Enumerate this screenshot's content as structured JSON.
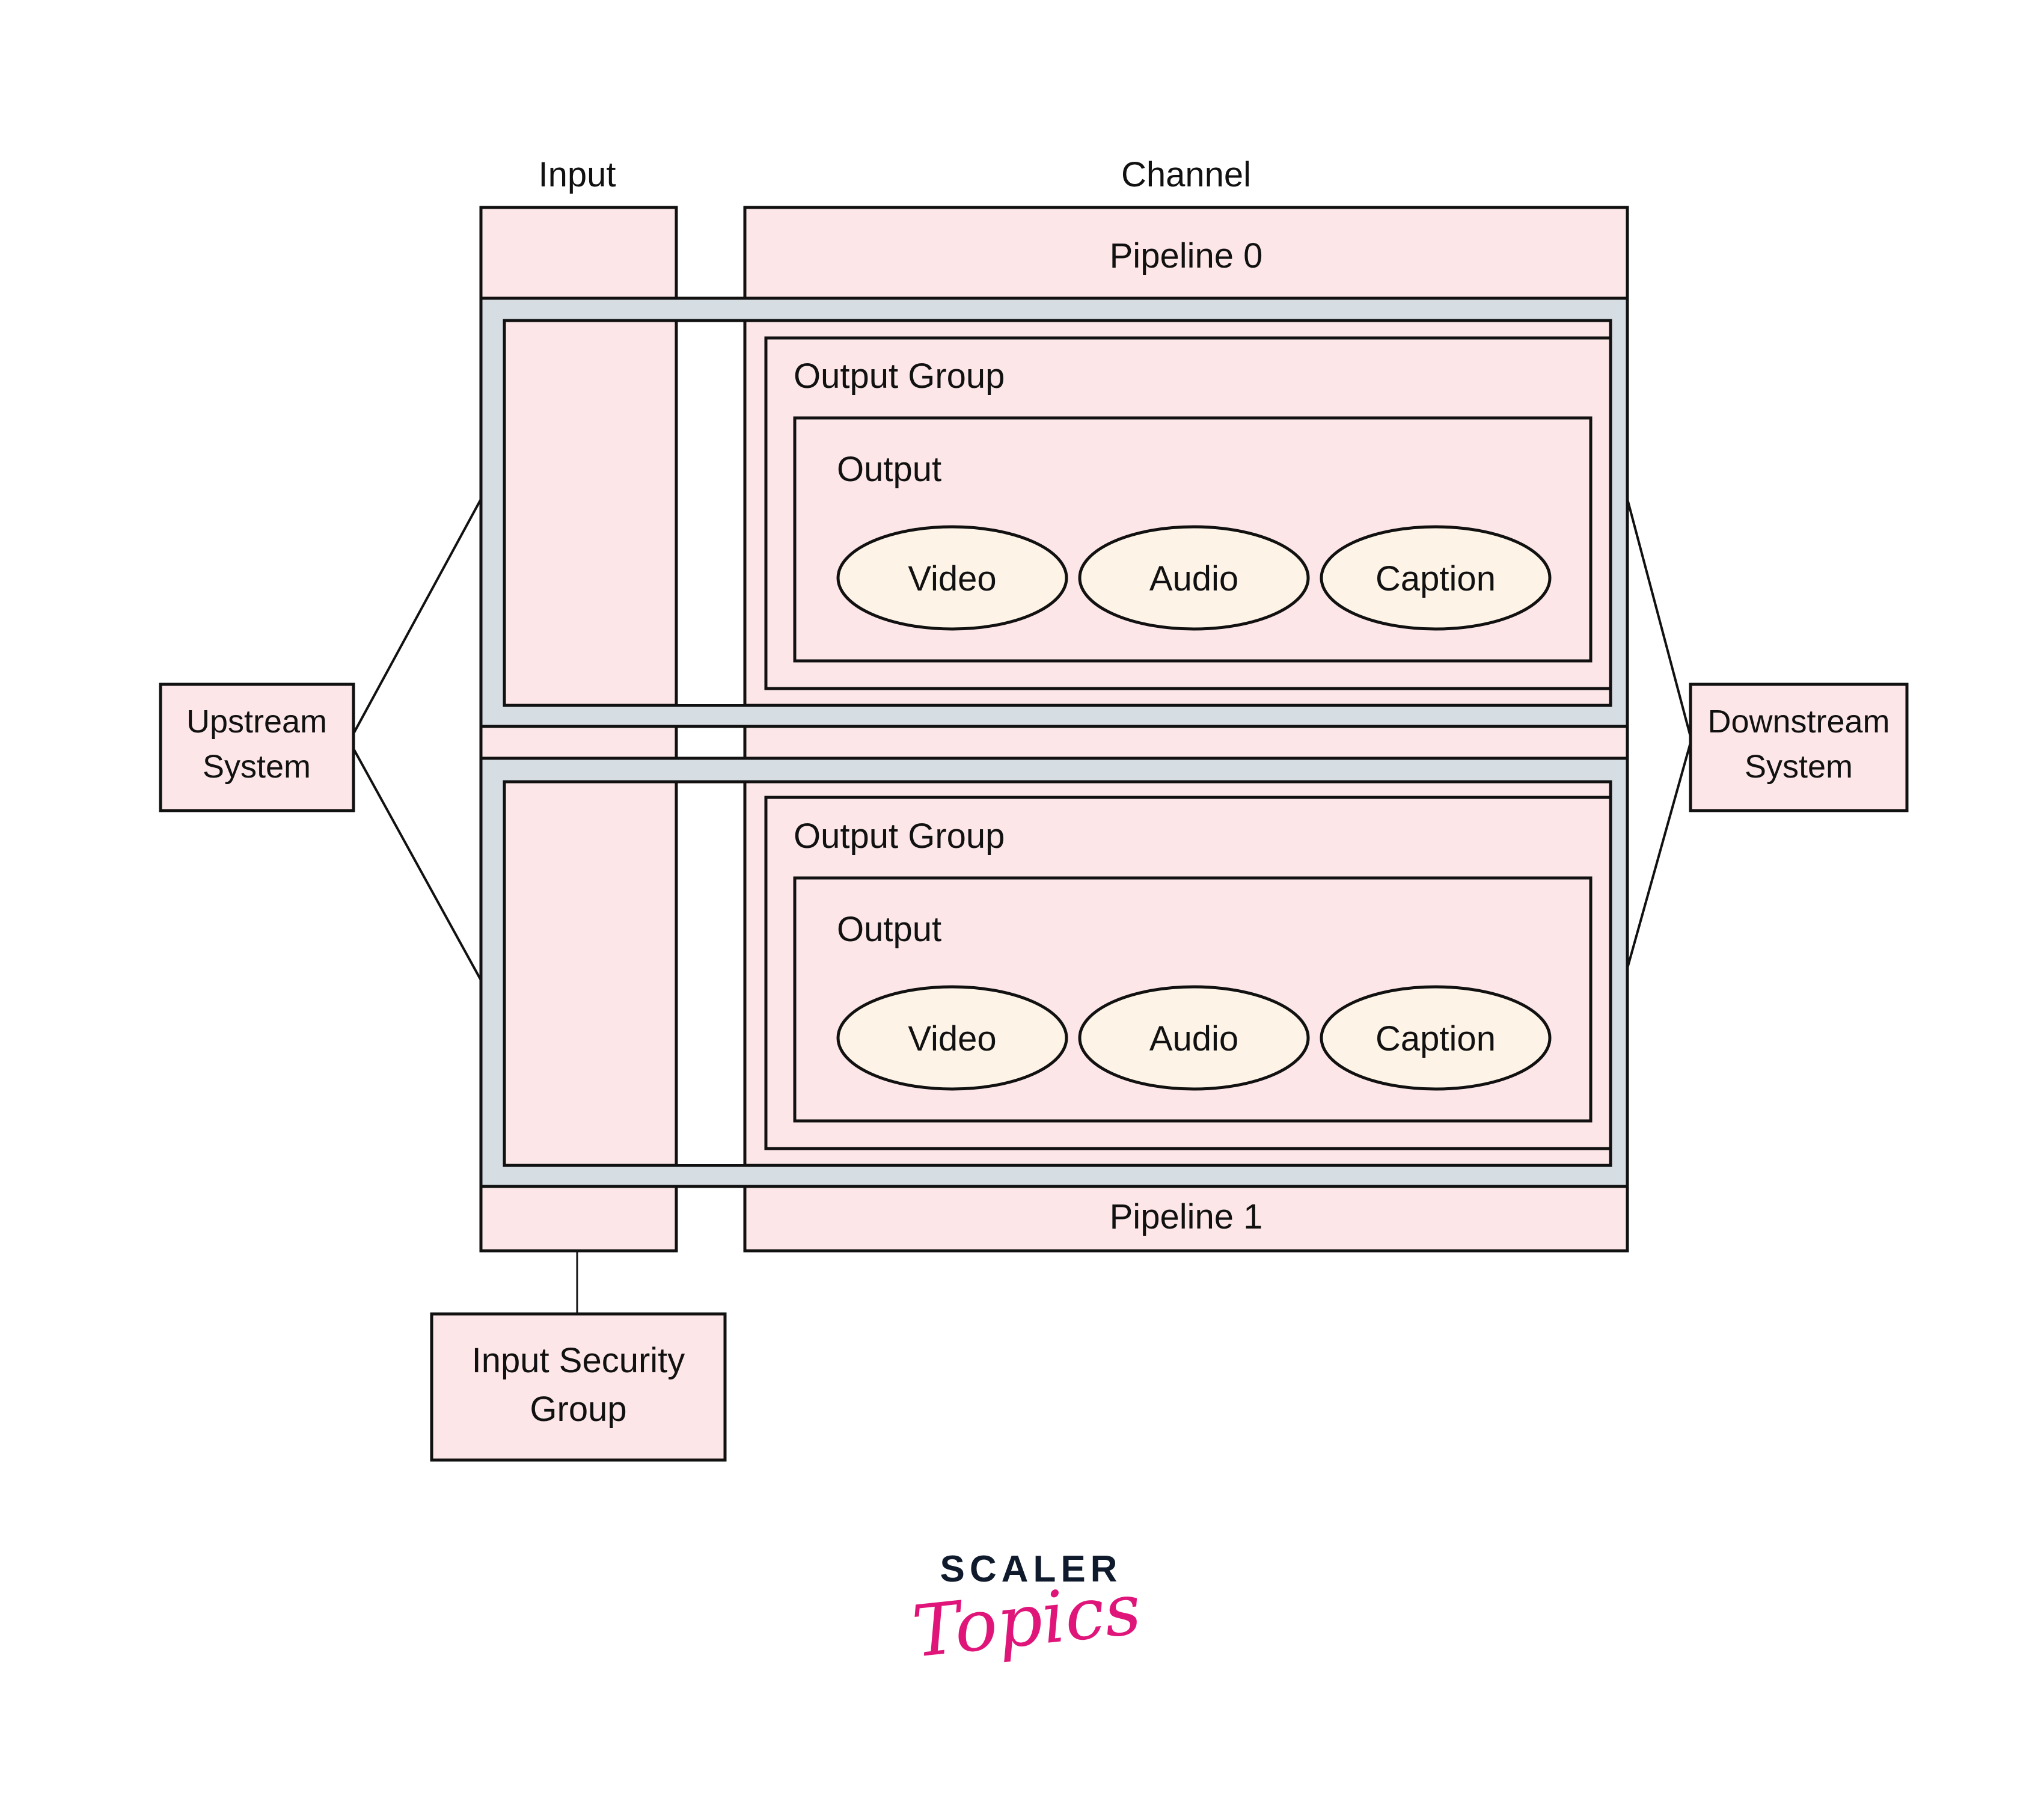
{
  "labels": {
    "input_column": "Input",
    "channel_column": "Channel",
    "pipeline_0": "Pipeline 0",
    "pipeline_1": "Pipeline 1",
    "upstream_line1": "Upstream",
    "upstream_line2": "System",
    "downstream_line1": "Downstream",
    "downstream_line2": "System",
    "isg_line1": "Input Security",
    "isg_line2": "Group"
  },
  "pipelines": [
    {
      "output_group_label": "Output Group",
      "output_label": "Output",
      "streams": [
        "Video",
        "Audio",
        "Caption"
      ]
    },
    {
      "output_group_label": "Output Group",
      "output_label": "Output",
      "streams": [
        "Video",
        "Audio",
        "Caption"
      ]
    }
  ],
  "logo": {
    "word1": "SCALER",
    "word2": "Topics"
  },
  "colors": {
    "box_fill": "#fde6e7",
    "frame_fill": "#d6dde3",
    "ellipse_fill": "#fdf3e6",
    "stroke": "#111111",
    "logo_dark": "#0f1a2c",
    "logo_pink": "#e0157a"
  }
}
